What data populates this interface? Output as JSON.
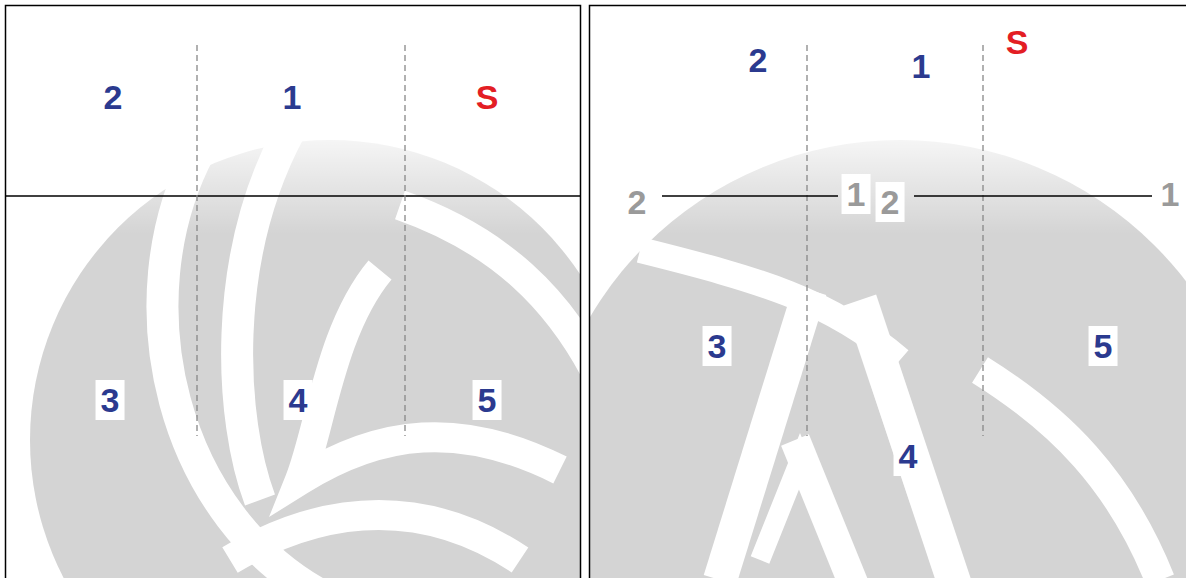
{
  "diagram": {
    "labels": [
      "2",
      "1",
      "S",
      "3",
      "4",
      "5",
      "2",
      "1",
      "S",
      "2",
      "1",
      "2",
      "1",
      "3",
      "5",
      "4"
    ]
  }
}
